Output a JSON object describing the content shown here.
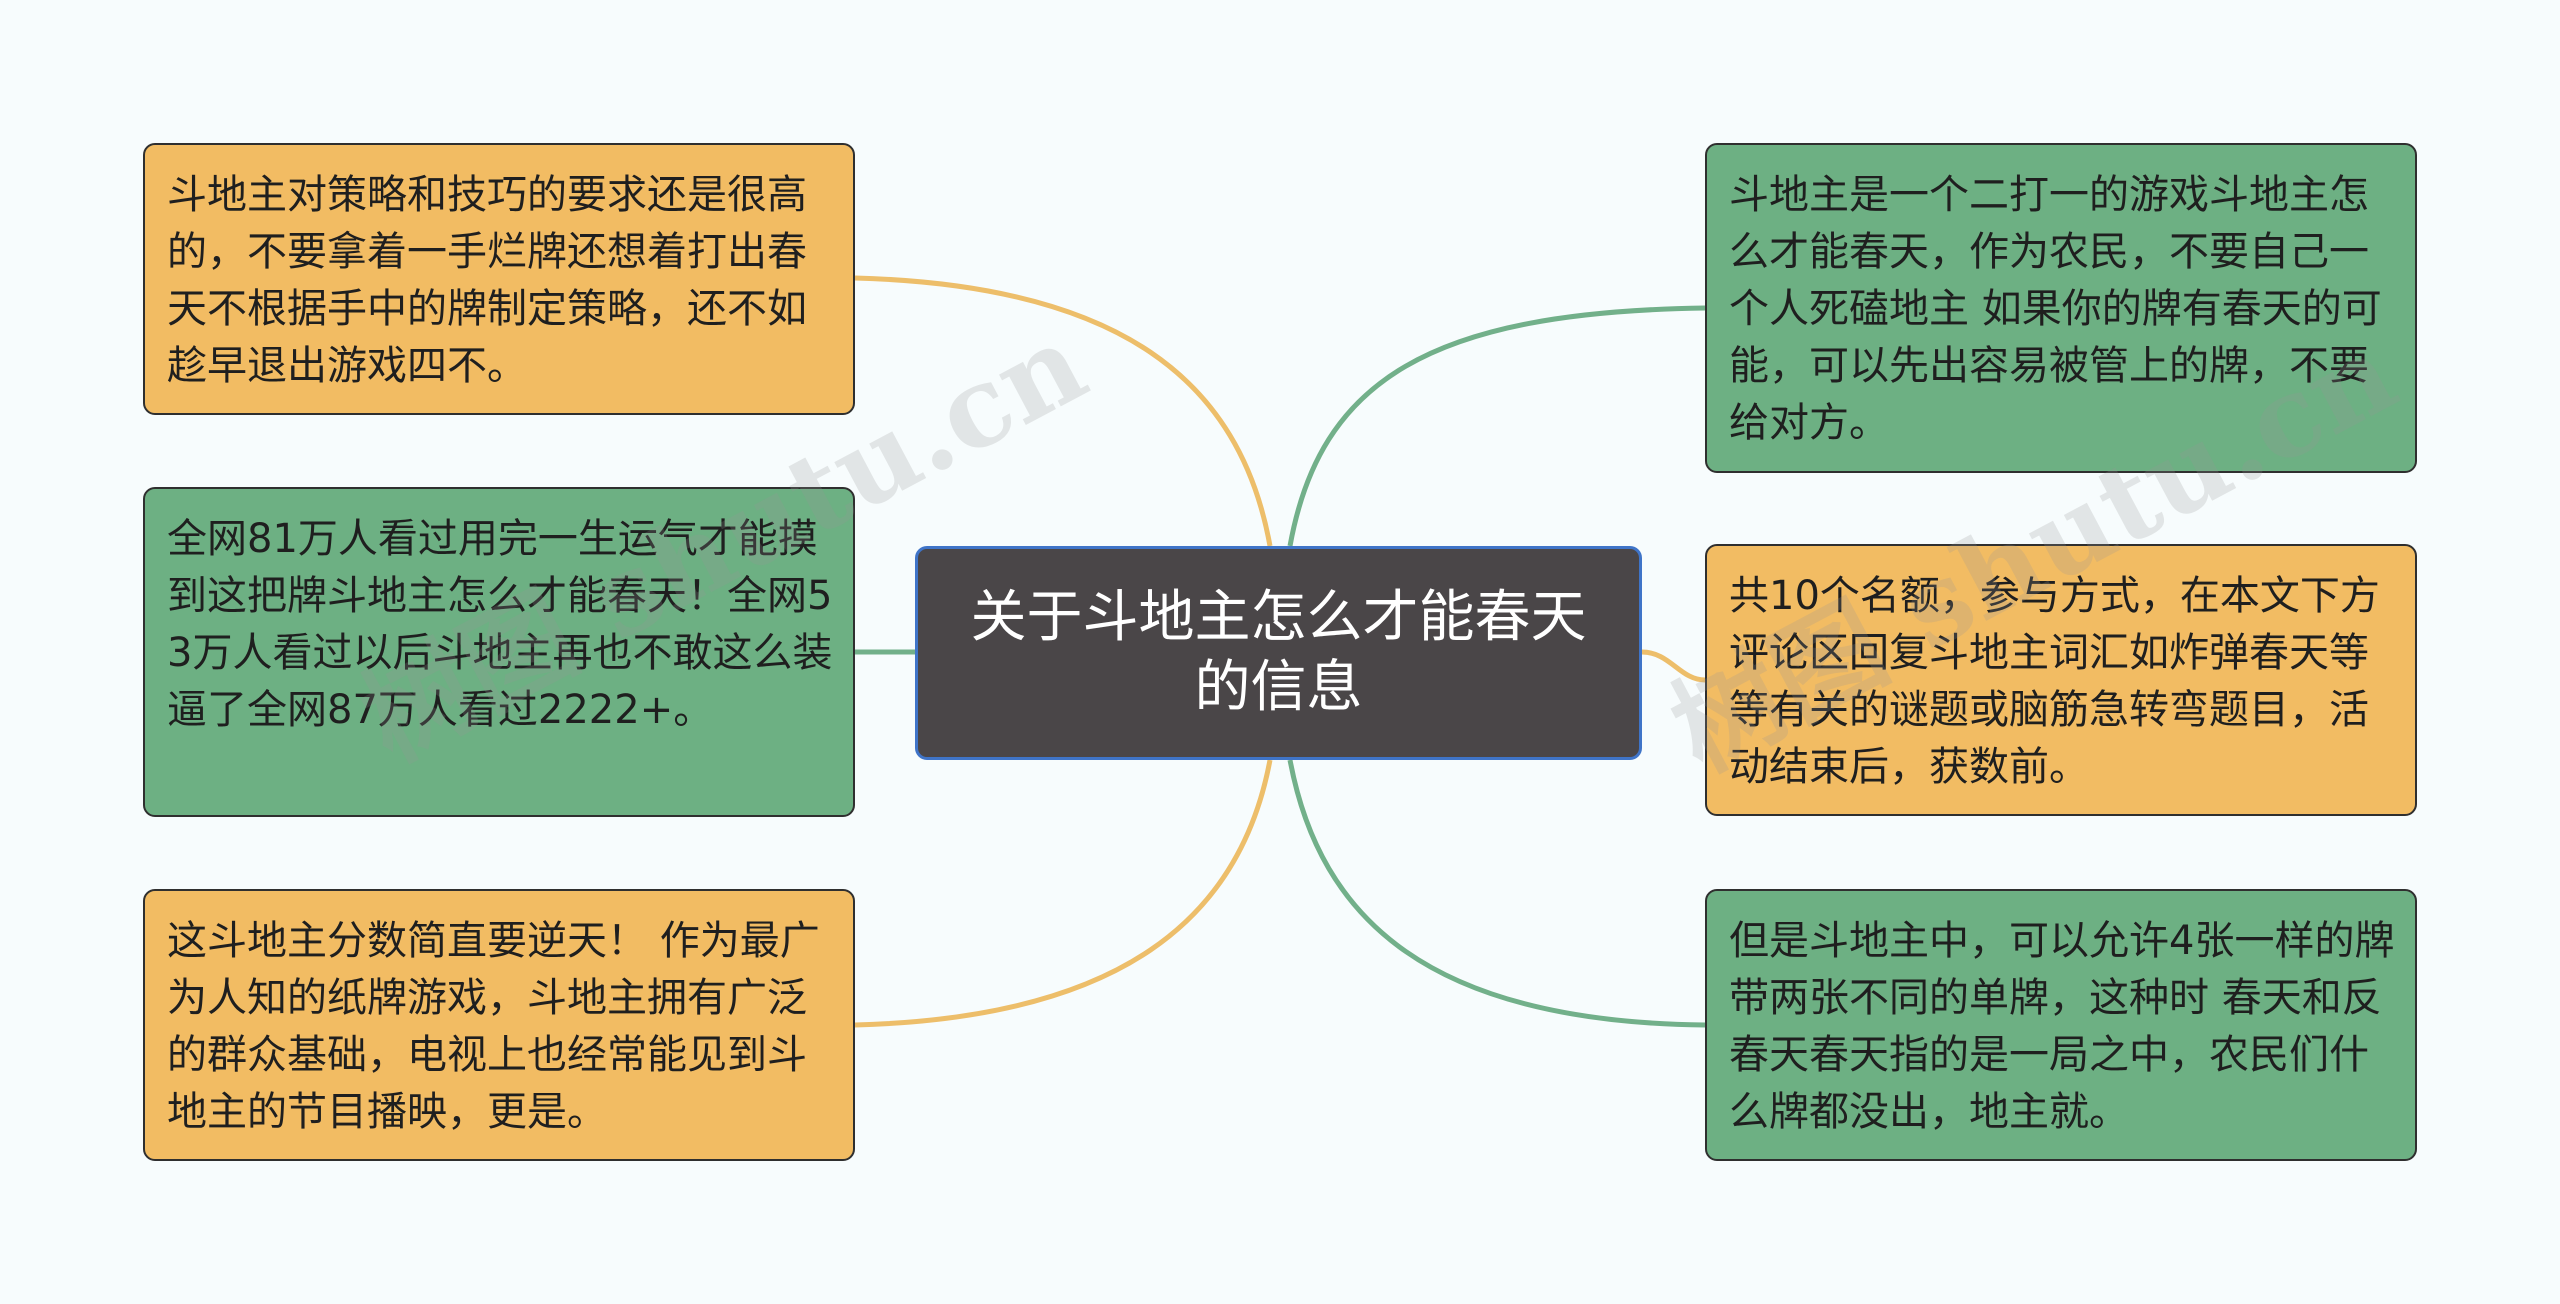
{
  "center": {
    "text": "关于斗地主怎么才能春天的信息"
  },
  "nodes": [
    {
      "id": "left-1",
      "color": "#f2bc63",
      "text": "斗地主对策略和技巧的要求还是很高的，不要拿着一手烂牌还想着打出春天不根据手中的牌制定策略，还不如趁早退出游戏四不。"
    },
    {
      "id": "left-2",
      "color": "#6db083",
      "text": "全网81万人看过用完一生运气才能摸到这把牌斗地主怎么才能春天！全网53万人看过以后斗地主再也不敢这么装逼了全网87万人看过2222+。"
    },
    {
      "id": "left-3",
      "color": "#f2bc63",
      "text": "这斗地主分数简直要逆天！ 作为最广为人知的纸牌游戏，斗地主拥有广泛的群众基础，电视上也经常能见到斗地主的节目播映，更是。"
    },
    {
      "id": "right-1",
      "color": "#6db083",
      "text": "斗地主是一个二打一的游戏斗地主怎么才能春天，作为农民，不要自己一个人死磕地主 如果你的牌有春天的可能，可以先出容易被管上的牌，不要给对方。"
    },
    {
      "id": "right-2",
      "color": "#f2bc63",
      "text": "共10个名额，参与方式，在本文下方评论区回复斗地主词汇如炸弹春天等等有关的谜题或脑筋急转弯题目，活动结束后，获数前。"
    },
    {
      "id": "right-3",
      "color": "#6db083",
      "text": "但是斗地主中，可以允许4张一样的牌带两张不同的单牌，这种时 春天和反春天春天指的是一局之中，农民们什么牌都没出，地主就。"
    }
  ],
  "watermark": {
    "text": "树图 shutu.cn"
  },
  "colors": {
    "background": "#f7fcfd",
    "orange": "#f2bc63",
    "green": "#6db083",
    "center": "#4a4648",
    "center_border": "#3f74c8"
  }
}
